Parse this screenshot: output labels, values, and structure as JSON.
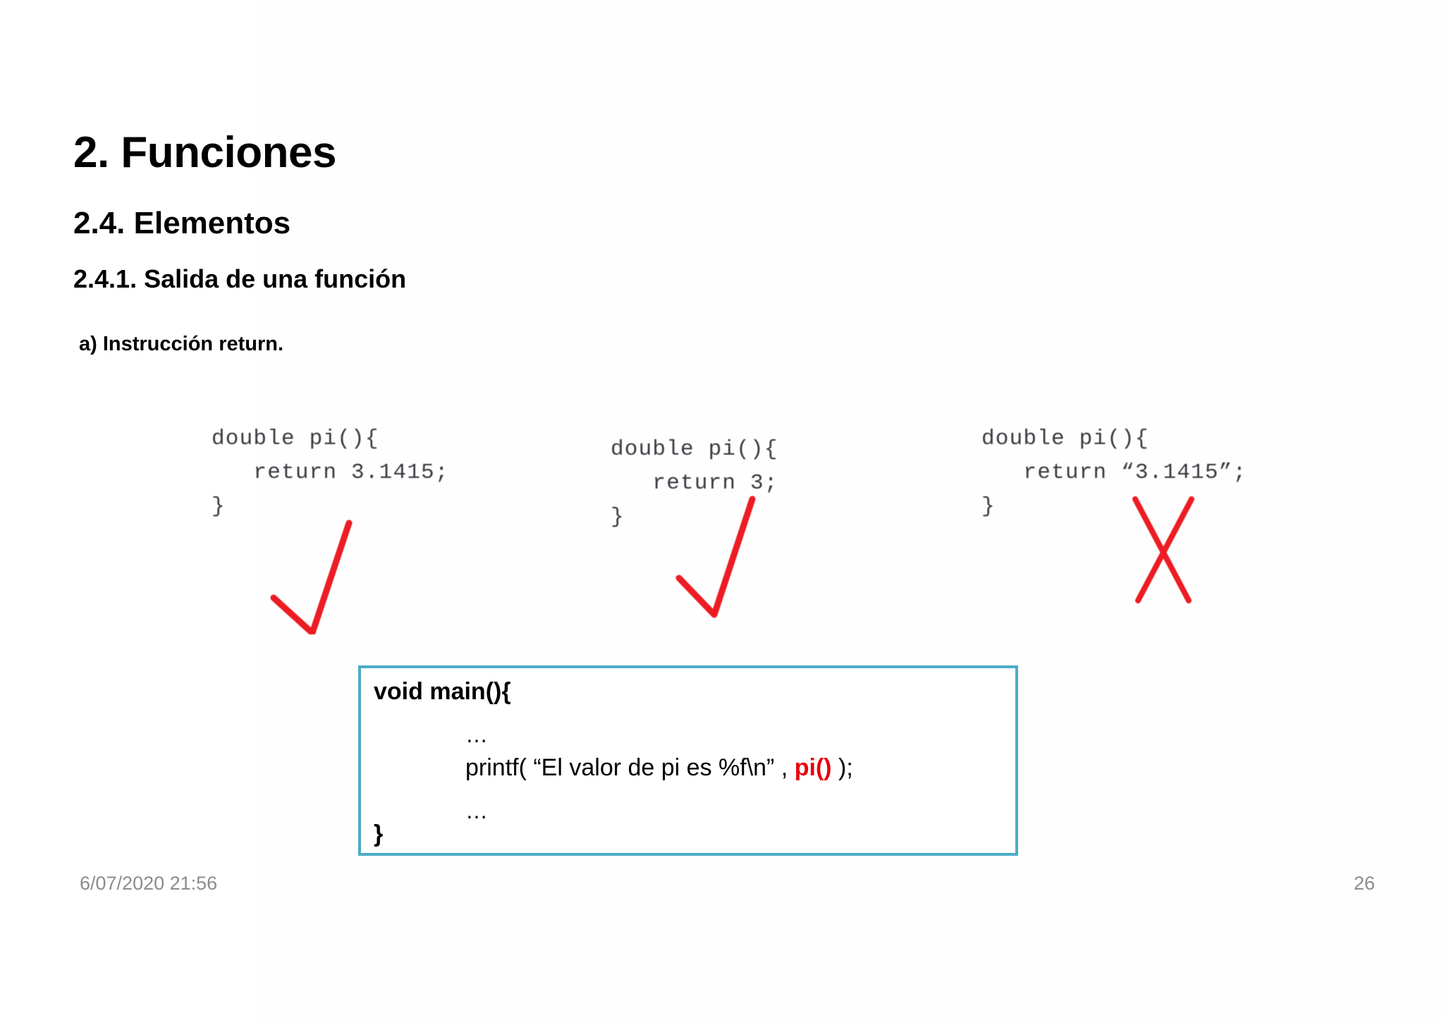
{
  "slide": {
    "heading_main": "2. Funciones",
    "heading_sub": "2.4. Elementos",
    "heading_subsub": "2.4.1. Salida de una función",
    "bullet_a": "a) Instrucción return."
  },
  "snippets": [
    {
      "id": "snippet-valid-double",
      "code": "double pi(){\n   return 3.1415;\n}",
      "verdict": "correct",
      "mark": "check-mark"
    },
    {
      "id": "snippet-valid-int",
      "code": "double pi(){\n   return 3;\n}",
      "verdict": "correct",
      "mark": "check-mark"
    },
    {
      "id": "snippet-invalid-string",
      "code": "double pi(){\n   return “3.1415”;\n}",
      "verdict": "incorrect",
      "mark": "cross-mark"
    }
  ],
  "code_box": {
    "line_open": "void main(){",
    "line_dots_1": "…",
    "printf_prefix": "printf( “El valor de pi es %f\\n” , ",
    "printf_call": "pi()",
    "printf_suffix": " );",
    "line_dots_2": "…",
    "line_close": "}",
    "border_color": "#4BACC6",
    "call_color": "#E8000D"
  },
  "footer": {
    "date": "6/07/2020 21:56",
    "page_number": "26"
  }
}
